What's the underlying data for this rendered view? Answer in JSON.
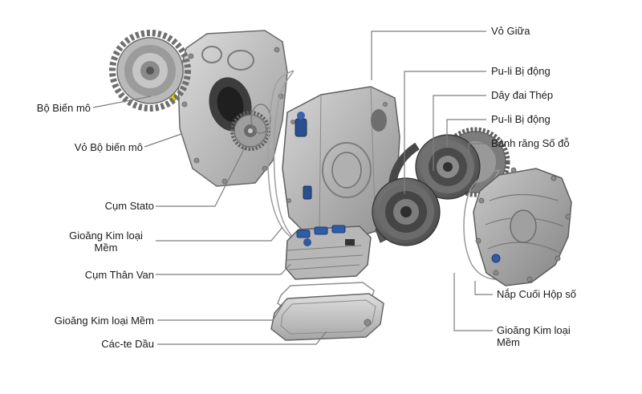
{
  "diagram": {
    "type": "exploded-view-cvt-transmission",
    "labels": {
      "bo_bien_mo": "Bộ Biến mô",
      "vo_bo_bien_mo": "Vỏ Bộ biến mô",
      "cum_stato": "Cụm Stato",
      "gioang_kim_loai_mem_left": "Gioăng Kim loại\nMềm",
      "cum_than_van": "Cụm Thân Van",
      "gioang_kim_loai_mem_bottom": "Gioăng Kim loại Mềm",
      "cac_te_dau": "Các-te Dầu",
      "vo_giua": "Vỏ Giữa",
      "pu_li_bi_dong_1": "Pu-li Bị động",
      "day_dai_thep": "Dây đai Thép",
      "pu_li_bi_dong_2": "Pu-li Bị động",
      "banh_rang_so_do": "Bánh răng Số đỗ",
      "nap_cuoi_hop_so": "Nắp Cuối Hộp số",
      "gioang_kim_loai_mem_right": "Gioăng Kim loại\nMềm"
    },
    "colors": {
      "label_text": "#1a1a1a",
      "leader_line": "#7d7d7d",
      "accent_blue": "#2f5ca8",
      "accent_yellow": "#ddd000"
    }
  }
}
